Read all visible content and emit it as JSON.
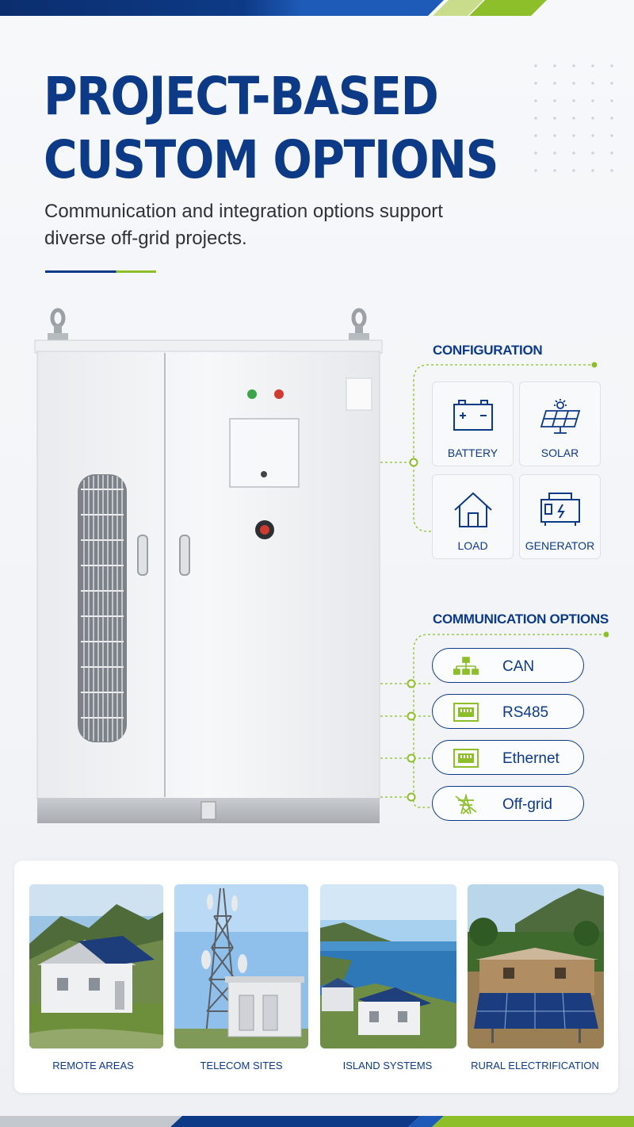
{
  "header": {
    "title_line1": "PROJECT-BASED",
    "title_line2": "CUSTOM OPTIONS",
    "subtitle": "Communication and integration options support diverse off-grid projects."
  },
  "configuration": {
    "heading": "CONFIGURATION",
    "items": [
      {
        "label": "BATTERY",
        "icon": "battery-icon"
      },
      {
        "label": "SOLAR",
        "icon": "solar-panel-icon"
      },
      {
        "label": "LOAD",
        "icon": "house-icon"
      },
      {
        "label": "GENERATOR",
        "icon": "generator-icon"
      }
    ]
  },
  "communication": {
    "heading": "COMMUNICATION OPTIONS",
    "options": [
      {
        "label": "CAN",
        "icon": "network-tree-icon"
      },
      {
        "label": "RS485",
        "icon": "port-icon"
      },
      {
        "label": "Ethernet",
        "icon": "ethernet-port-icon"
      },
      {
        "label": "Off-grid",
        "icon": "power-tower-icon"
      }
    ]
  },
  "applications": [
    {
      "label": "REMOTE AREAS"
    },
    {
      "label": "TELECOM SITES"
    },
    {
      "label": "ISLAND SYSTEMS"
    },
    {
      "label": "RURAL ELECTRIFICATION"
    }
  ],
  "colors": {
    "brand_blue": "#0d3a86",
    "accent_green": "#8cbf2a"
  }
}
